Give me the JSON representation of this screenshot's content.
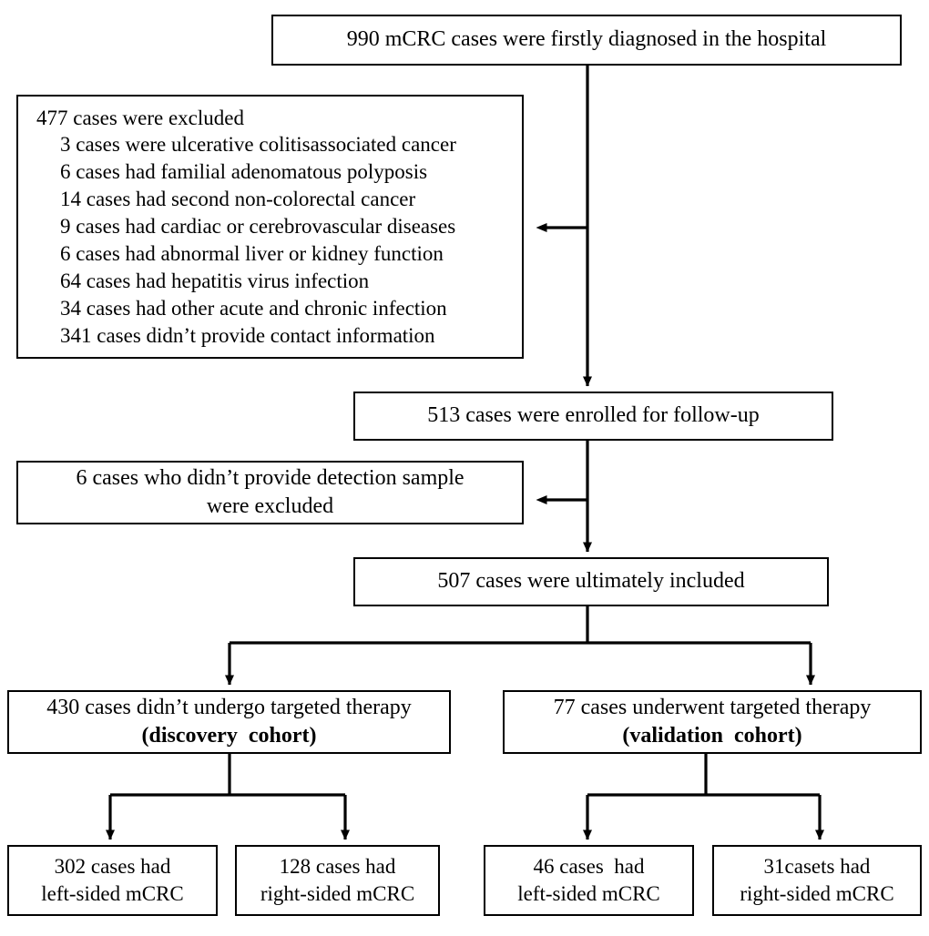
{
  "chart_data": {
    "type": "diagram",
    "title": "Patient selection flow diagram (mCRC cohort)",
    "nodes": [
      {
        "id": "top",
        "label": "990 mCRC cases were firstly diagnosed in the hospital",
        "count": 990
      },
      {
        "id": "excluded",
        "label": "477 cases were excluded",
        "count": 477
      },
      {
        "id": "enrolled",
        "label": "513 cases were enrolled for follow-up",
        "count": 513
      },
      {
        "id": "nosample",
        "label": "6 cases who didn't provide detection sample were excluded",
        "count": 6
      },
      {
        "id": "included",
        "label": "507 cases were ultimately included",
        "count": 507
      },
      {
        "id": "discovery",
        "label": "430 cases didn't undergo targeted therapy (discovery cohort)",
        "count": 430
      },
      {
        "id": "validation",
        "label": "77 cases underwent targeted therapy (validation cohort)",
        "count": 77
      },
      {
        "id": "b1",
        "label": "302 cases had left-sided mCRC",
        "count": 302
      },
      {
        "id": "b2",
        "label": "128 cases had right-sided mCRC",
        "count": 128
      },
      {
        "id": "b3",
        "label": "46 cases  had left-sided mCRC",
        "count": 46
      },
      {
        "id": "b4",
        "label": "31casets had right-sided mCRC",
        "count": 31
      }
    ],
    "edges": [
      {
        "from": "top",
        "to": "excluded",
        "type": "branch-left"
      },
      {
        "from": "top",
        "to": "enrolled",
        "type": "down"
      },
      {
        "from": "enrolled",
        "to": "nosample",
        "type": "branch-left"
      },
      {
        "from": "enrolled",
        "to": "included",
        "type": "down"
      },
      {
        "from": "included",
        "to": "discovery",
        "type": "split"
      },
      {
        "from": "included",
        "to": "validation",
        "type": "split"
      },
      {
        "from": "discovery",
        "to": "b1",
        "type": "split"
      },
      {
        "from": "discovery",
        "to": "b2",
        "type": "split"
      },
      {
        "from": "validation",
        "to": "b3",
        "type": "split"
      },
      {
        "from": "validation",
        "to": "b4",
        "type": "split"
      }
    ],
    "exclusion_reasons": [
      {
        "count": 3,
        "reason": "3 cases were ulcerative colitisassociated cancer"
      },
      {
        "count": 6,
        "reason": "6 cases had familial adenomatous polyposis"
      },
      {
        "count": 14,
        "reason": "14 cases had second non-colorectal cancer"
      },
      {
        "count": 9,
        "reason": "9 cases had cardiac or cerebrovascular diseases"
      },
      {
        "count": 6,
        "reason": "6 cases had abnormal liver or kidney function"
      },
      {
        "count": 64,
        "reason": "64 cases had hepatitis virus infection"
      },
      {
        "count": 34,
        "reason": "34 cases had other acute and chronic infection"
      },
      {
        "count": 341,
        "reason": "341 cases didn't provide contact information"
      }
    ],
    "colors": {
      "stroke": "#000000",
      "background": "#ffffff",
      "text": "#000000"
    }
  },
  "nodes": {
    "top": {
      "text": "990 mCRC cases were firstly diagnosed in the hospital"
    },
    "excluded": {
      "heading": "477 cases were excluded",
      "items": [
        "3 cases were ulcerative colitisassociated cancer",
        "6 cases had familial adenomatous polyposis",
        "14 cases had second non-colorectal cancer",
        "9 cases had cardiac or cerebrovascular diseases",
        "6 cases had abnormal liver or kidney function",
        "64 cases had hepatitis virus infection",
        "34 cases had other acute and chronic infection",
        "341 cases didn’t provide contact information"
      ]
    },
    "enrolled": {
      "text": "513 cases were enrolled for follow-up"
    },
    "nosample": {
      "line1": "6 cases who didn’t provide detection sample",
      "line2": "were excluded"
    },
    "included": {
      "text": "507 cases were ultimately included"
    },
    "discovery": {
      "line1": "430 cases didn’t undergo targeted therapy",
      "line2": "(discovery  cohort)"
    },
    "validation": {
      "line1": "77 cases underwent targeted therapy",
      "line2": "(validation  cohort)"
    },
    "b1": {
      "line1": "302 cases had",
      "line2": "left-sided mCRC"
    },
    "b2": {
      "line1": "128 cases had",
      "line2": "right-sided mCRC"
    },
    "b3": {
      "line1": "46 cases  had",
      "line2": "left-sided mCRC"
    },
    "b4": {
      "line1": "31casets had",
      "line2": "right-sided mCRC"
    }
  }
}
